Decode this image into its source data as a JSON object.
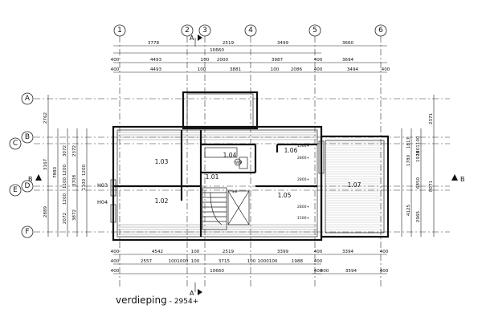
{
  "drawing": {
    "title": "verdieping",
    "level": "- 2954+"
  },
  "grid": {
    "columns": [
      "1",
      "2",
      "3",
      "4",
      "5",
      "6"
    ],
    "rows": [
      "A",
      "B",
      "C",
      "D",
      "E",
      "F"
    ]
  },
  "section_markers": {
    "top": "A",
    "bottom": "A",
    "left": "B",
    "right": "B"
  },
  "rooms": [
    {
      "id": "1.01",
      "label": "1.01"
    },
    {
      "id": "1.02",
      "label": "1.02"
    },
    {
      "id": "1.03",
      "label": "1.03"
    },
    {
      "id": "1.04",
      "label": "1.04"
    },
    {
      "id": "1.05",
      "label": "1.05"
    },
    {
      "id": "1.06",
      "label": "1.06"
    },
    {
      "id": "1.07",
      "label": "1.07"
    }
  ],
  "windows": [
    "H03",
    "H04"
  ],
  "elevations": [
    "1500+",
    "2800+",
    "2800+",
    "2800+",
    "1500+"
  ],
  "misc_labels": [
    "WM",
    "**"
  ],
  "dimensions": {
    "top_row1": [
      "3778",
      "2519",
      "3499",
      "3660"
    ],
    "top_row2": [
      "10660"
    ],
    "top_row3": [
      "400",
      "4493",
      "100",
      "2000",
      "3987",
      "400",
      "3694"
    ],
    "top_row4": [
      "400",
      "4493",
      "100",
      "3881",
      "100",
      "2086",
      "400",
      "3494",
      "400"
    ],
    "bottom_row1": [
      "400",
      "4542",
      "100",
      "2519",
      "3399",
      "400",
      "3394",
      "400"
    ],
    "bottom_row2": [
      "400",
      "2557",
      "1001000",
      "100",
      "3715",
      "100",
      "1000100",
      "1988",
      "400"
    ],
    "bottom_row3": [
      "400",
      "10660",
      "400"
    ],
    "bottom_row4": [
      "400",
      "3594",
      "400"
    ],
    "left_outer": [
      "2762",
      "3167",
      "7880",
      "2889"
    ],
    "left_inner": [
      "3072",
      "1200",
      "1100",
      "1200",
      "2072"
    ],
    "left_inner2": [
      "2372",
      "3708",
      "3872"
    ],
    "left_tiny": [
      "1200",
      "1100"
    ],
    "right_outer": [
      "2371",
      "8071"
    ],
    "right_inner": [
      "1817",
      "1780",
      "1978",
      "4125",
      "2965",
      "6850",
      "1001100"
    ]
  }
}
